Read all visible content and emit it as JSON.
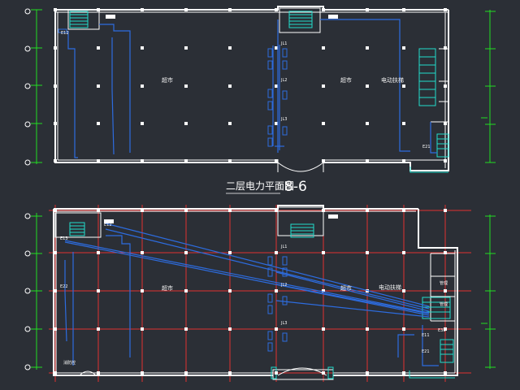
{
  "drawing": {
    "title_text": "二层电力平面图",
    "title_number": "8-6",
    "background_color": "#2b2f36",
    "colors": {
      "wall": "#ffffff",
      "wiring": "#2d6cdf",
      "grid_red": "#e03030",
      "dimension": "#22dd22",
      "stair": "#22ddcc",
      "column": "#ffffff"
    }
  },
  "upper_plan": {
    "rooms": [
      {
        "label": "超市"
      },
      {
        "label": "超市"
      },
      {
        "label": "电动扶梯"
      }
    ],
    "panel_labels": [
      "E12",
      "JL1",
      "JL2",
      "JL3",
      "E21"
    ]
  },
  "lower_plan": {
    "rooms": [
      {
        "label": "超市"
      },
      {
        "label": "超市"
      },
      {
        "label": "电动扶梯"
      },
      {
        "label": "管理"
      },
      {
        "label": "管理"
      },
      {
        "label": "消防控"
      }
    ],
    "panel_labels": [
      "E12",
      "E13",
      "E22",
      "JL1",
      "JL2",
      "JL3",
      "E11",
      "E21",
      "E33"
    ]
  }
}
